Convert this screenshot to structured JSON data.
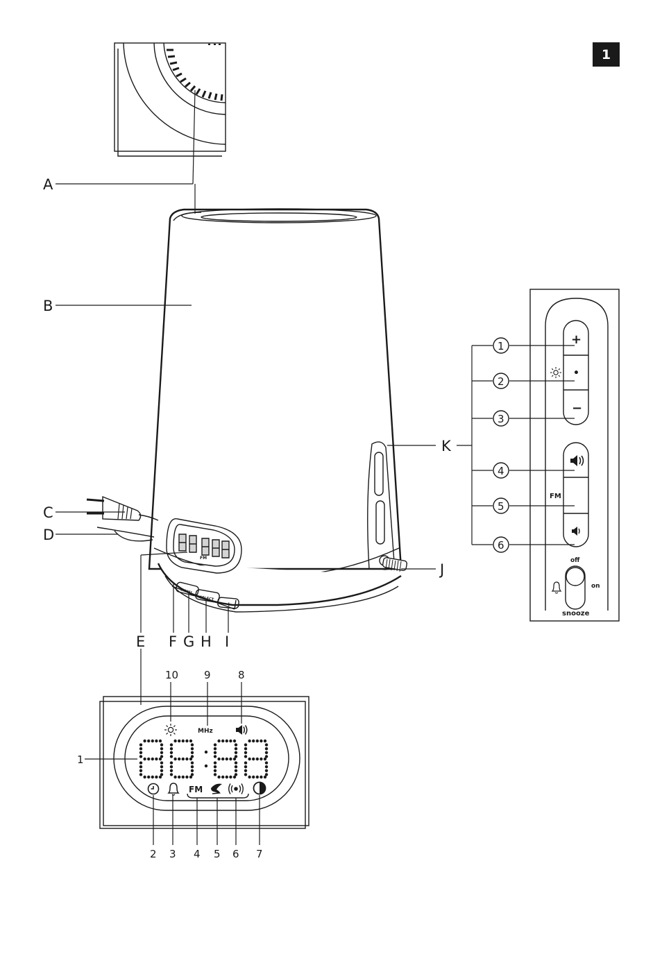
{
  "figure": {
    "number": "1"
  },
  "callouts": [
    "A",
    "B",
    "C",
    "D",
    "E",
    "F",
    "G",
    "H",
    "I",
    "J",
    "K"
  ],
  "side_panel": {
    "button_numbers": [
      "1",
      "2",
      "3",
      "4",
      "5",
      "6"
    ],
    "plus_label": "+",
    "dot_label": "•",
    "minus_label": "−",
    "fm_label": "FM",
    "off_label": "off",
    "on_label": "on",
    "snooze_label": "snooze",
    "icons": [
      "sun-icon",
      "speaker-up-icon",
      "speaker-down-icon",
      "bell-icon"
    ]
  },
  "base_buttons": {
    "menu": "MENU",
    "select": "SELECT",
    "plus": "+"
  },
  "display": {
    "digits": "88:88",
    "top_numbers": [
      "10",
      "9",
      "8"
    ],
    "bottom_numbers": [
      "2",
      "3",
      "4",
      "5",
      "6",
      "7"
    ],
    "left_number": "1",
    "mhz_label": "MHz",
    "fm_label": "FM",
    "icons": [
      "sun-icon",
      "speaker-icon",
      "clock-icon",
      "bell-icon",
      "bird-icon",
      "radio-waves-icon",
      "contrast-icon"
    ]
  }
}
